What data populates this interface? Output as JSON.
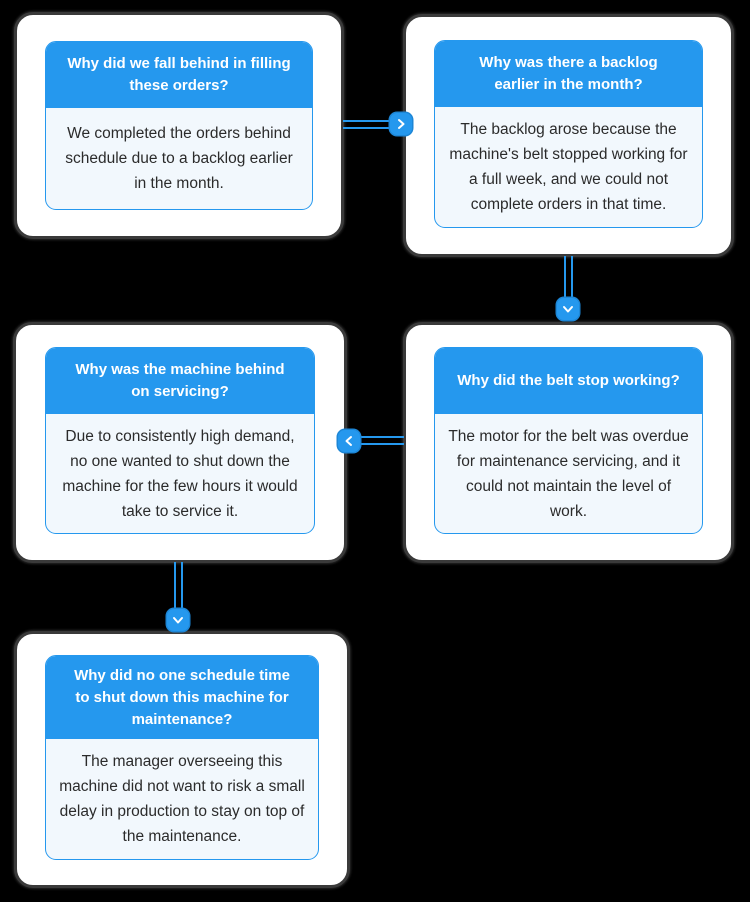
{
  "diagram": {
    "type": "five-whys-flowchart",
    "colors": {
      "background": "#000000",
      "accent_blue": "#2598EE",
      "card_background": "#FFFFFF",
      "card_border": "#3A3A3A",
      "body_background": "#F2F8FD",
      "header_text": "#FFFFFF",
      "body_text": "#2B2B2B"
    },
    "cards": [
      {
        "question": "Why did we fall behind in filling these orders?",
        "answer": "We completed the orders behind schedule due to a backlog earlier in the month."
      },
      {
        "question": "Why was there a backlog earlier in the month?",
        "answer": "The backlog arose because the machine's belt stopped working for a full week, and we could not complete orders in that time."
      },
      {
        "question": "Why did the belt stop working?",
        "answer": "The motor for the belt was overdue for maintenance servicing, and it could not maintain the level of work."
      },
      {
        "question": "Why was the machine behind on servicing?",
        "answer": "Due to consistently high demand, no one wanted to shut down the machine for the few hours it would take to service it."
      },
      {
        "question": "Why did no one schedule time to shut down this machine for maintenance?",
        "answer": "The manager overseeing this machine did not want to risk a small delay in production to stay on top of the maintenance."
      }
    ],
    "connectors": [
      {
        "from_card": 1,
        "to_card": 2,
        "direction": "right",
        "icon": "chevron-right-icon"
      },
      {
        "from_card": 2,
        "to_card": 3,
        "direction": "down",
        "icon": "chevron-down-icon"
      },
      {
        "from_card": 3,
        "to_card": 4,
        "direction": "left",
        "icon": "chevron-left-icon"
      },
      {
        "from_card": 4,
        "to_card": 5,
        "direction": "down",
        "icon": "chevron-down-icon"
      }
    ]
  }
}
